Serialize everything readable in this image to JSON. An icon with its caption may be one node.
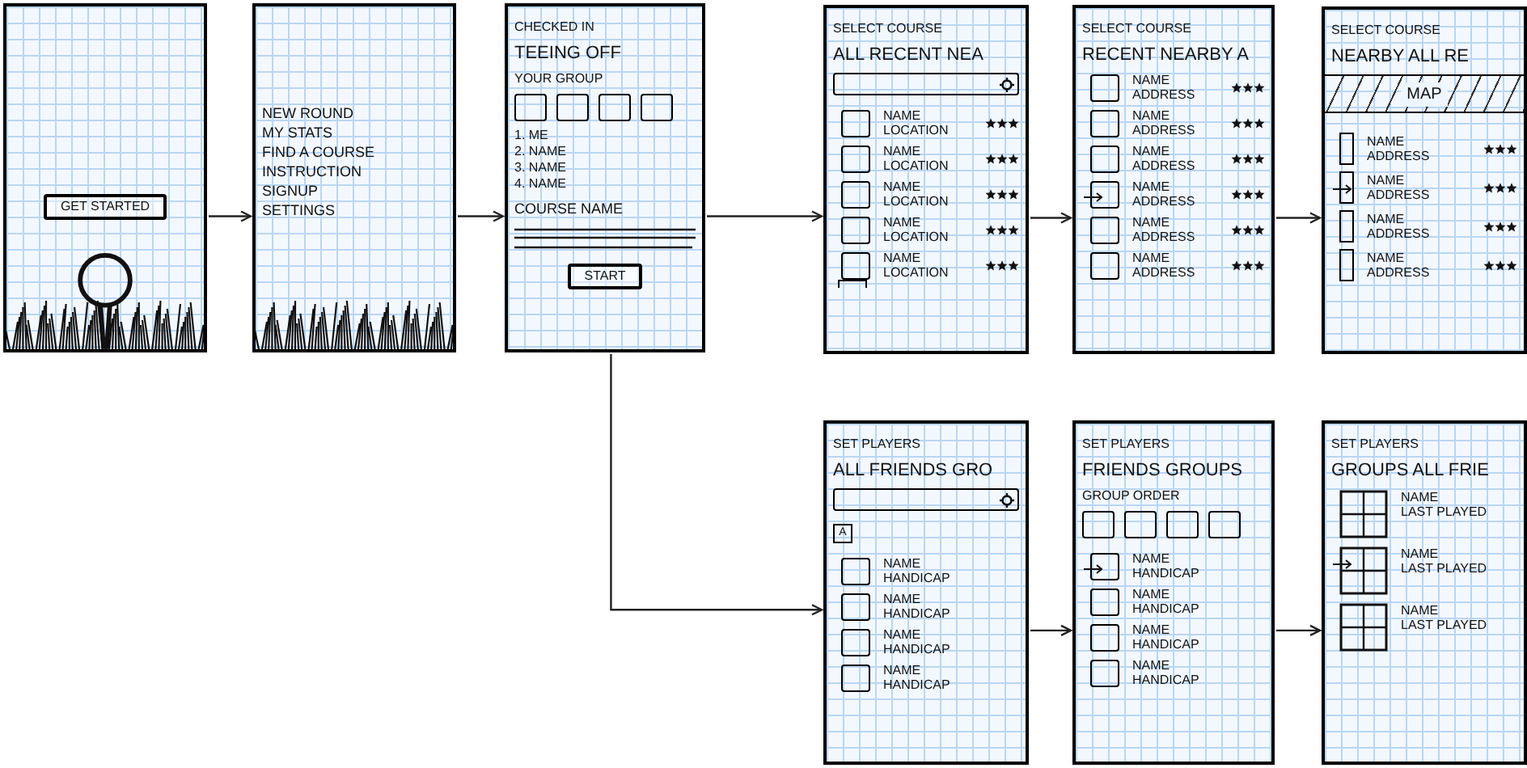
{
  "diagram": {
    "nodes": [
      {
        "text": [
          "GET STARTED"
        ]
      },
      {
        "text": [
          "NEW ROUND",
          "MY STATS",
          "FIND A COURSE",
          "INSTRUCTION",
          "SIGNUP",
          "SETTINGS"
        ]
      },
      {
        "text": [
          "CHECKED IN",
          "TEEING OFF",
          "YOUR GROUP",
          "1. ME",
          "2. NAME",
          "3. NAME",
          "4. NAME",
          "COURSE NAME",
          "START"
        ]
      },
      {
        "text": [
          "SELECT COURSE",
          "ALL RECENT NEA",
          "NAME",
          "LOCATION",
          "NAME",
          "LOCATION",
          "NAME",
          "LOCATION",
          "NAME",
          "LOCATION",
          "NAME",
          "LOCATION"
        ]
      },
      {
        "text": [
          "SELECT COURSE",
          "RECENT NEARBY A",
          "NAME",
          "ADDRESS",
          "NAME",
          "ADDRESS",
          "NAME",
          "ADDRESS",
          "NAME",
          "ADDRESS",
          "NAME",
          "ADDRESS",
          "NAME",
          "ADDRESS"
        ]
      },
      {
        "text": [
          "SELECT COURSE",
          "NEARBY ALL RE",
          "MAP",
          "NAME",
          "ADDRESS",
          "NAME",
          "ADDRESS",
          "NAME",
          "ADDRESS",
          "NAME",
          "ADDRESS"
        ]
      },
      {
        "text": [
          "SET PLAYERS",
          "ALL FRIENDS GRO",
          "A",
          "NAME",
          "HANDICAP",
          "NAME",
          "HANDICAP",
          "NAME",
          "HANDICAP",
          "NAME",
          "HANDICAP"
        ]
      },
      {
        "text": [
          "SET PLAYERS",
          "FRIENDS GROUPS",
          "GROUP ORDER",
          "NAME",
          "HANDICAP",
          "NAME",
          "HANDICAP",
          "NAME",
          "HANDICAP",
          "NAME",
          "HANDICAP"
        ]
      },
      {
        "text": [
          "SET PLAYERS",
          "GROUPS ALL FRIE",
          "NAME",
          "LAST PLAYED",
          "NAME",
          "LAST PLAYED",
          "NAME",
          "LAST PLAYED"
        ]
      }
    ],
    "edges": [
      {
        "from": 0,
        "to": 1,
        "arrow": "to"
      },
      {
        "from": 1,
        "to": 2,
        "arrow": "to"
      },
      {
        "from": 2,
        "to": 3,
        "arrow": "to"
      },
      {
        "from": 3,
        "to": 4,
        "arrow": "to"
      },
      {
        "from": 4,
        "to": 5,
        "arrow": "to"
      },
      {
        "from": 2,
        "to": 6,
        "arrow": "to"
      },
      {
        "from": 6,
        "to": 7,
        "arrow": "to"
      },
      {
        "from": 7,
        "to": 8,
        "arrow": "to"
      }
    ]
  }
}
